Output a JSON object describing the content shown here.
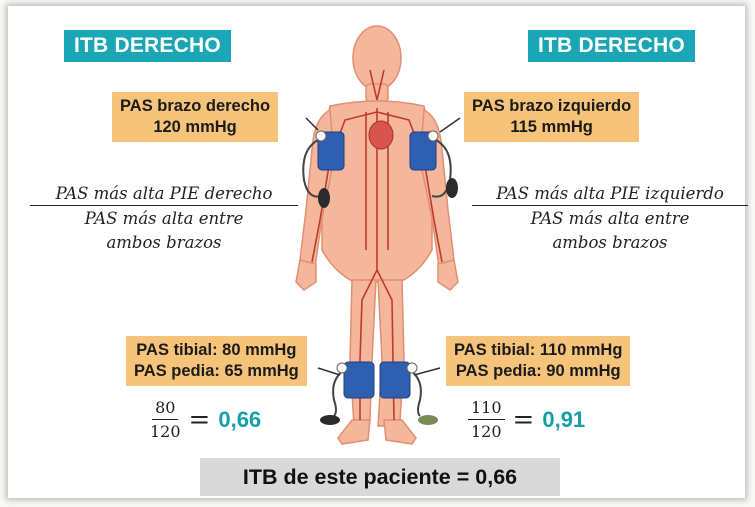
{
  "tags": {
    "left": "ITB DERECHO",
    "right": "ITB DERECHO"
  },
  "arm_boxes": {
    "right": {
      "line1": "PAS brazo derecho",
      "line2": "120 mmHg"
    },
    "left": {
      "line1": "PAS brazo izquierdo",
      "line2": "115 mmHg"
    }
  },
  "formulas": {
    "left": {
      "numerator": "PAS más alta PIE derecho",
      "den1": "PAS más alta entre",
      "den2": "ambos brazos"
    },
    "right": {
      "numerator": "PAS más alta PIE izquierdo",
      "den1": "PAS más alta entre",
      "den2": "ambos brazos"
    }
  },
  "ankle_boxes": {
    "left": {
      "line1": "PAS tibial: 80 mmHg",
      "line2": "PAS pedia: 65 mmHg"
    },
    "right": {
      "line1": "PAS tibial: 110 mmHg",
      "line2": "PAS pedia: 90 mmHg"
    }
  },
  "calculations": {
    "left": {
      "numerator": "80",
      "denominator": "120",
      "equals": "=",
      "result": "0,66"
    },
    "right": {
      "numerator": "110",
      "denominator": "120",
      "equals": "=",
      "result": "0,91"
    }
  },
  "result_text": "ITB de este paciente = 0,66",
  "colors": {
    "tag": "#1aa6b4",
    "box": "#f6c37a",
    "result_value": "#15a0a5",
    "cuff": "#2f5fb0",
    "skin": "#f4b79b"
  }
}
